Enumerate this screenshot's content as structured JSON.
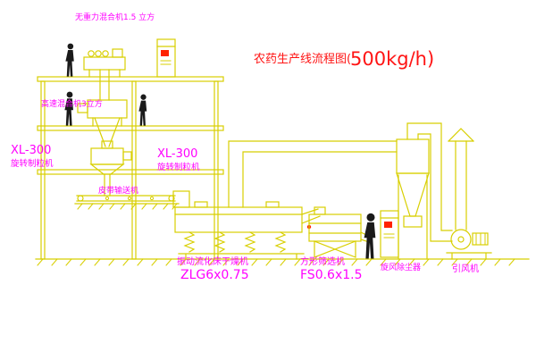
{
  "title": {
    "part1": "农药生产线流程图(",
    "part2": "500kg/h)"
  },
  "labels": {
    "gravity_mixer": "无重力混合机1.5 立方",
    "high_speed_mixer": "高速混合机3立方",
    "granulator_left_model": "XL-300",
    "granulator_left_name": "旋转制粒机",
    "granulator_center_model": "XL-300",
    "granulator_center_name": "旋转制粒机",
    "belt_conveyor": "皮带输送机",
    "fluid_bed_dryer": "振动流化床干燥机",
    "fluid_bed_dryer_model": "ZLG6x0.75",
    "square_sieve": "方形筛选机",
    "square_sieve_model": "FS0.6x1.5",
    "cyclone_dust_collector": "旋风除尘器",
    "induced_draft_fan": "引风机"
  },
  "colors": {
    "line": "#d8cf00",
    "label": "#ff00ff",
    "title": "#ff1414",
    "figure": "#1a1a1a",
    "accent": "#ff2200",
    "background": "#ffffff"
  }
}
